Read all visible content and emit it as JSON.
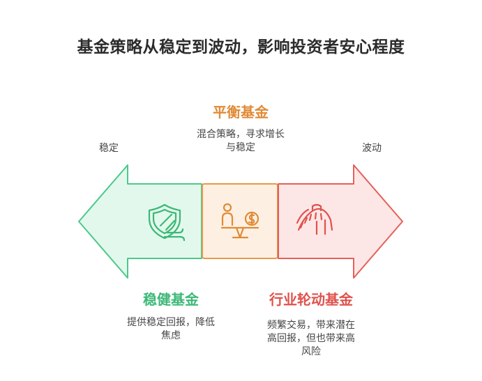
{
  "title": "基金策略从稳定到波动，影响投资者安心程度",
  "axis": {
    "left_label": "稳定",
    "right_label": "波动"
  },
  "funds": [
    {
      "name": "稳健基金",
      "description_lines": [
        "提供稳定回报，降低",
        "焦虑"
      ],
      "icon": "shield-wind-icon",
      "color": "#3cb878"
    },
    {
      "name": "平衡基金",
      "description_lines": [
        "混合策略，寻求增长",
        "与稳定"
      ],
      "icon": "person-scale-dollar-icon",
      "color": "#e08a35"
    },
    {
      "name": "行业轮动基金",
      "description_lines": [
        "频繁交易，带来潜在",
        "高回报，但也带来高",
        "风险"
      ],
      "icon": "roller-coaster-icon",
      "color": "#e0524d"
    }
  ],
  "colors": {
    "green_stroke": "#4cc98a",
    "green_fill": "#e3f8ec",
    "orange_stroke": "#e59a4a",
    "orange_fill": "#fdf0e2",
    "red_stroke": "#e4605a",
    "red_fill": "#fde7e6"
  }
}
